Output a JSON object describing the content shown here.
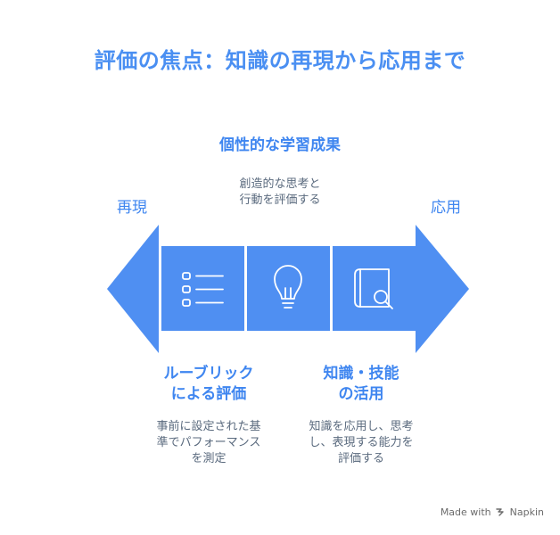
{
  "title": "評価の焦点：知識の再現から応用まで",
  "center": {
    "heading": "個性的な学習成果",
    "desc_lines": [
      "創造的な思考と",
      "行動を評価する"
    ]
  },
  "sides": {
    "left_label": "再現",
    "right_label": "応用"
  },
  "left_block": {
    "heading_lines": [
      "ルーブリック",
      "による評価"
    ],
    "desc_lines": [
      "事前に設定された基",
      "準でパフォーマンス",
      "を測定"
    ]
  },
  "right_block": {
    "heading_lines": [
      "知識・技能",
      "の活用"
    ],
    "desc_lines": [
      "知識を応用し、思考",
      "し、表現する能力を",
      "評価する"
    ]
  },
  "icons": [
    "list-icon",
    "lightbulb-icon",
    "book-search-icon"
  ],
  "colors": {
    "accent": "#4a8ff2",
    "arrow": "#4f8ff2",
    "text_muted": "#5a6a7e"
  },
  "footer": {
    "made_with": "Made with",
    "brand": "Napkin"
  }
}
